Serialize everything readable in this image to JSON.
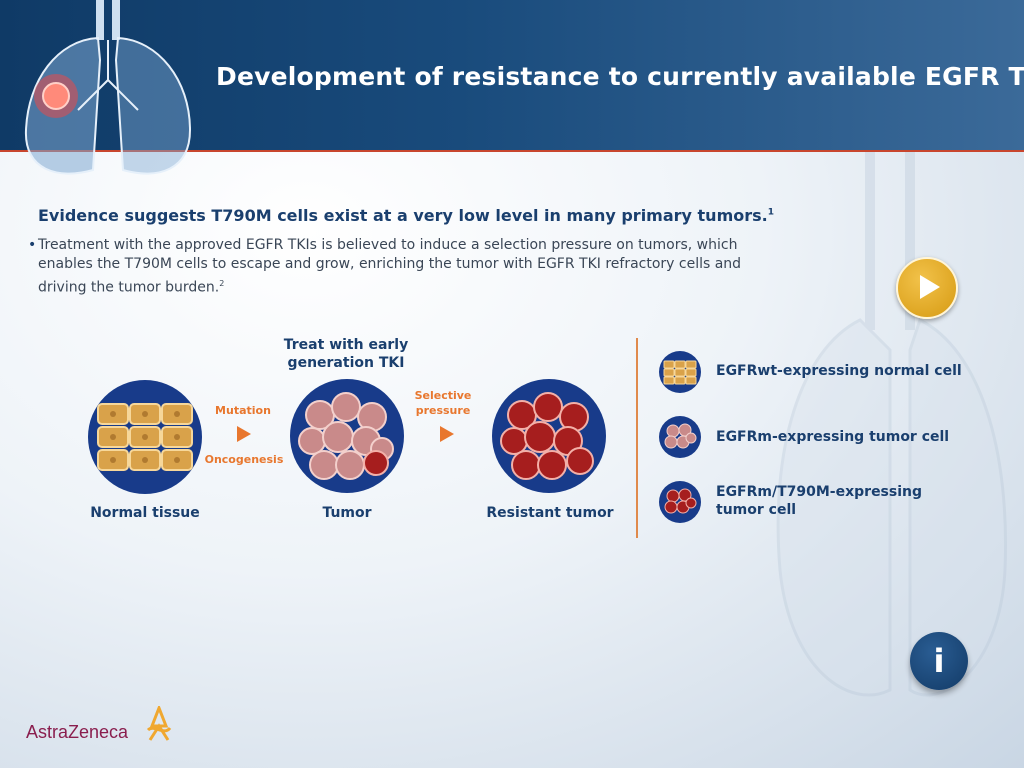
{
  "header": {
    "title": "Development of resistance to currently available EGFR TKIs"
  },
  "content": {
    "headline": "Evidence suggests T790M cells exist at a very low level in many primary tumors.",
    "headline_ref": "1",
    "bullet": "Treatment with the approved EGFR TKIs is believed to induce a selection pressure on tumors, which enables the T790M cells to escape and grow, enriching the tumor with EGFR TKI refractory cells and driving the tumor burden.",
    "bullet_ref": "2"
  },
  "diagram": {
    "stages": [
      {
        "label": "Normal tissue"
      },
      {
        "label": "Tumor",
        "top_label": "Treat with early generation TKI"
      },
      {
        "label": "Resistant tumor"
      }
    ],
    "arrow1_top": "Mutation",
    "arrow1_bottom": "Oncogenesis",
    "arrow2_top": "Selective pressure"
  },
  "legend": [
    {
      "label": "EGFRwt-expressing normal cell"
    },
    {
      "label": "EGFRm-expressing tumor cell"
    },
    {
      "label": "EGFRm/T790M-expressing tumor cell"
    }
  ],
  "buttons": {
    "play_icon": "play-icon",
    "info_label": "i"
  },
  "brand": {
    "logo_text": "AstraZeneca",
    "accent_color": "#e8772e",
    "primary_color": "#1a3f6e"
  }
}
